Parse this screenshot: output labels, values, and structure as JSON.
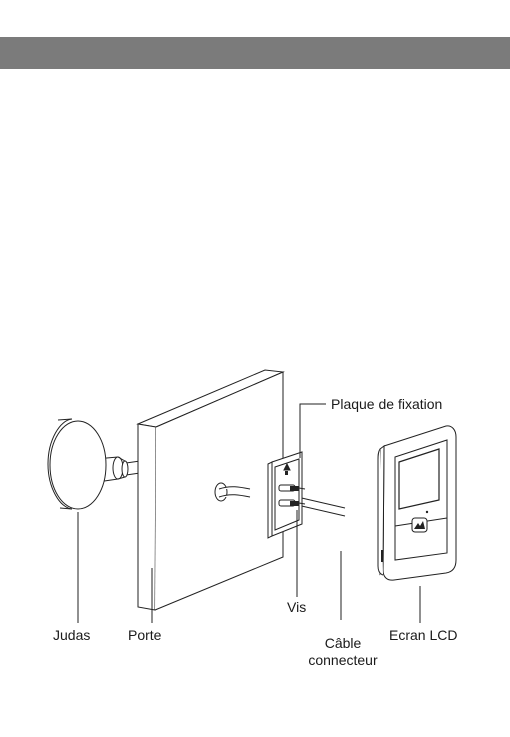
{
  "labels": {
    "plaque": "Plaque de fixation",
    "vis": "Vis",
    "judas": "Judas",
    "porte": "Porte",
    "cable_line1": "Câble",
    "cable_line2": "connecteur",
    "ecran": "Ecran LCD"
  }
}
